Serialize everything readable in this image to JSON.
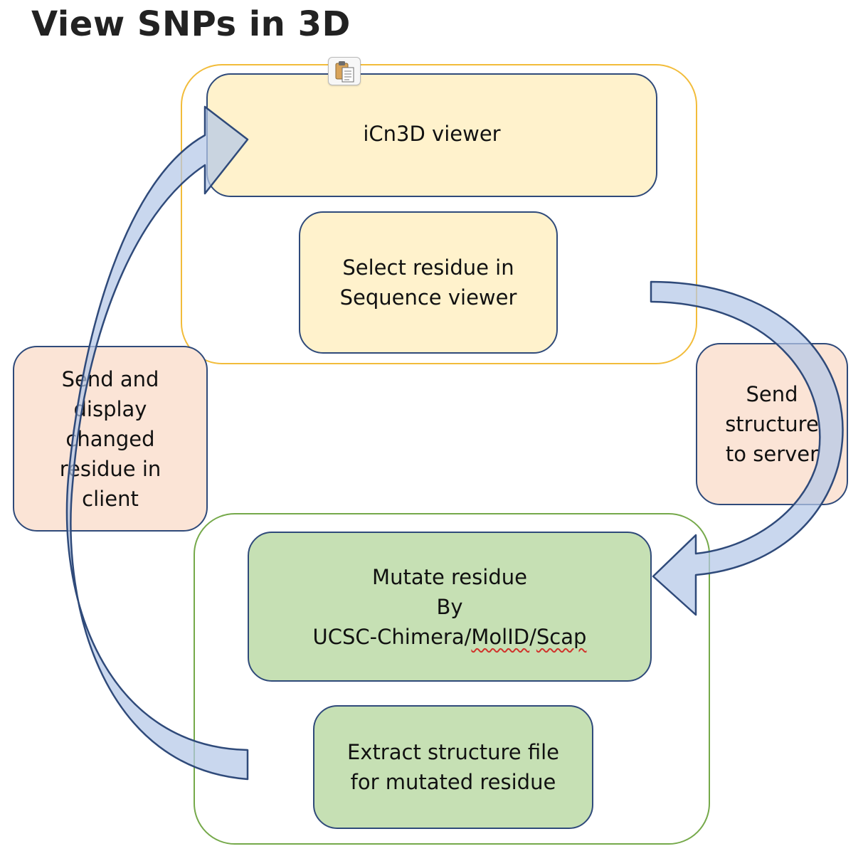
{
  "title": "View SNPs in 3D",
  "boxes": {
    "icn3d_viewer": "iCn3D viewer",
    "select_residue": [
      "Select residue in",
      "Sequence viewer"
    ],
    "send_structure": [
      "Send",
      "structure",
      "to server"
    ],
    "mutate_residue": {
      "line1": "Mutate residue",
      "line2": "By",
      "line3_prefix": "UCSC-Chimera/",
      "line3_molid": "MolID",
      "line3_sep": "/",
      "line3_scap": "Scap"
    },
    "extract_structure": [
      "Extract structure file",
      "for mutated residue"
    ],
    "send_display": [
      "Send and",
      "display",
      "changed",
      "residue in",
      "client"
    ]
  },
  "icons": {
    "paste": "clipboard-paste-icon"
  },
  "colors": {
    "group_top_border": "#f2bc3a",
    "group_bottom_border": "#75a94a",
    "box_border": "#2f4a7a",
    "yellow_fill": "#fff2cc",
    "pink_fill": "#fbe4d6",
    "green_fill": "#c6e0b4",
    "arrow_fill": "#b4c7e7",
    "arrow_stroke": "#2f4a7a"
  }
}
